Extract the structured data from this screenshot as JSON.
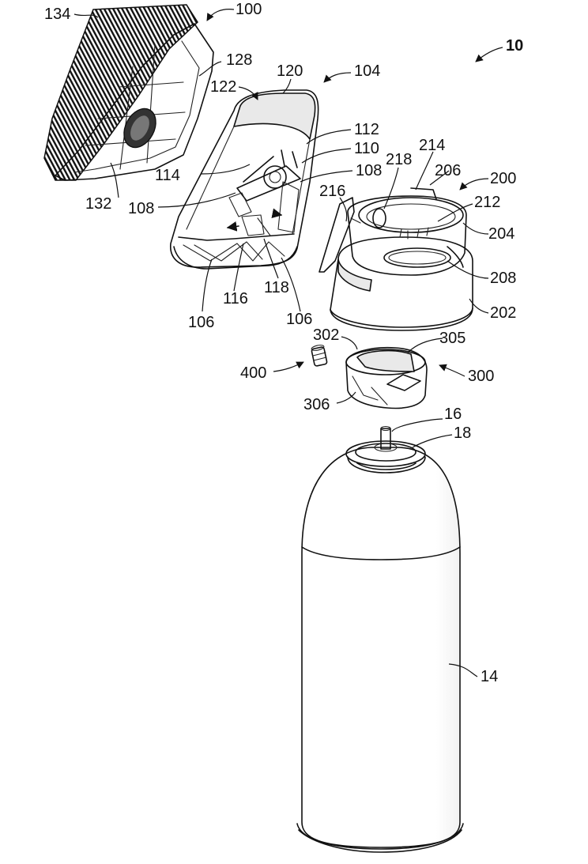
{
  "figure": {
    "assembly_ref": "10",
    "labels": {
      "l100": "100",
      "l104": "104",
      "l106a": "106",
      "l106b": "106",
      "l108a": "108",
      "l108b": "108",
      "l110": "110",
      "l112": "112",
      "l114": "114",
      "l116": "116",
      "l118": "118",
      "l120": "120",
      "l122": "122",
      "l128": "128",
      "l132": "132",
      "l134": "134",
      "l200": "200",
      "l202": "202",
      "l204": "204",
      "l206": "206",
      "l208": "208",
      "l212": "212",
      "l214": "214",
      "l216": "216",
      "l218": "218",
      "l300": "300",
      "l302": "302",
      "l305": "305",
      "l306": "306",
      "l400": "400",
      "l14": "14",
      "l16": "16",
      "l18": "18"
    }
  }
}
